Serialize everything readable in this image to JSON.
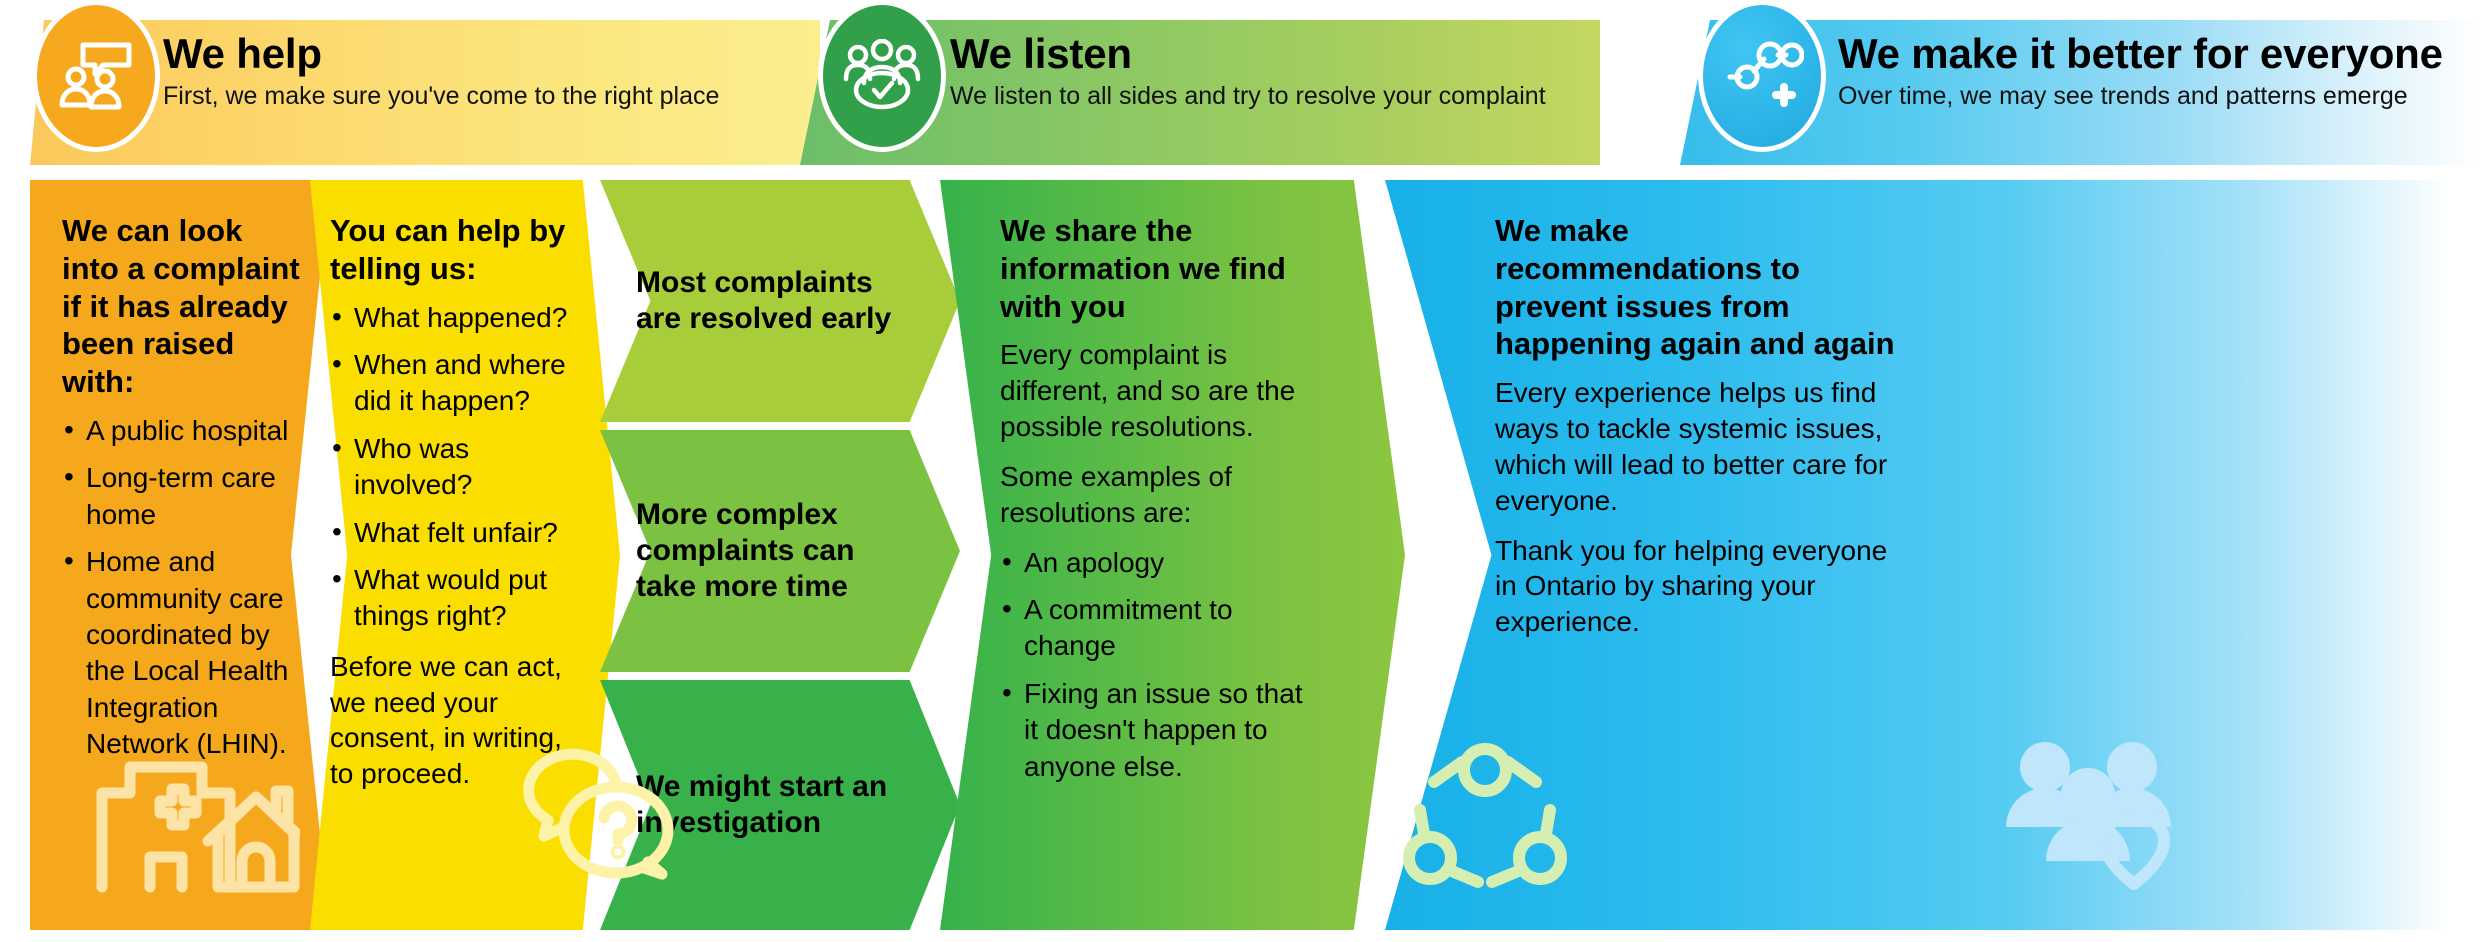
{
  "headers": [
    {
      "id": "we-help",
      "title": "We help",
      "subtitle": "First, we make sure you've come to the right place",
      "icon": "people-speech-bubble-icon",
      "badge_color": "#f6a91e",
      "band_color": "#fbc85a"
    },
    {
      "id": "we-listen",
      "title": "We listen",
      "subtitle": "We listen to all sides and try to resolve your complaint",
      "icon": "group-checkmark-icon",
      "badge_color": "#32a04a",
      "band_color": "#6cbe6a"
    },
    {
      "id": "we-make-it-better",
      "title": "We make it better for everyone",
      "subtitle": "Over time, we may see trends and patterns emerge",
      "icon": "network-nodes-plus-icon",
      "badge_color": "#21a9e0",
      "band_color": "#35bdeb"
    }
  ],
  "columns": {
    "look_into": {
      "heading": "We can look into a complaint if it has already been raised with:",
      "bullets": [
        "A public hospital",
        "Long-term care home",
        "Home and community care coordinated by the Local Health Integration Network (LHIN)."
      ],
      "icon": "hospital-home-icon",
      "color": "#f6a81c"
    },
    "help_by_telling": {
      "heading": "You can help by telling us:",
      "bullets": [
        "What happened?",
        "When and where did it happen?",
        "Who was involved?",
        "What felt unfair?",
        "What would put things right?"
      ],
      "paragraphs": [
        "Before we can act, we need your consent, in writing, to proceed."
      ],
      "icon": "speech-bubbles-question-icon",
      "color": "#fade00"
    },
    "stages": [
      {
        "label": "Most complaints are resolved early",
        "color": "#a8cd3a"
      },
      {
        "label": "More complex complaints can take more time",
        "color": "#7bc242"
      },
      {
        "label": "We might start an investigation",
        "color": "#39b14a"
      }
    ],
    "share_information": {
      "heading": "We share the information we find with you",
      "paragraphs": [
        "Every complaint is different, and so are the possible resolutions.",
        "Some examples of resolutions are:"
      ],
      "bullets": [
        "An apology",
        "A commitment to change",
        "Fixing an issue so that it doesn't happen to anyone else."
      ],
      "icon": "collaboration-circle-icon",
      "color": "#5cbc46"
    },
    "recommendations": {
      "heading": "We make recommendations to prevent issues from happening again and again",
      "paragraphs": [
        "Every experience helps us find ways to tackle systemic issues, which will lead to better care for everyone.",
        "Thank you for helping everyone in Ontario by sharing your experience."
      ],
      "icon": "people-heart-icon",
      "color": "#2cbcee"
    }
  }
}
